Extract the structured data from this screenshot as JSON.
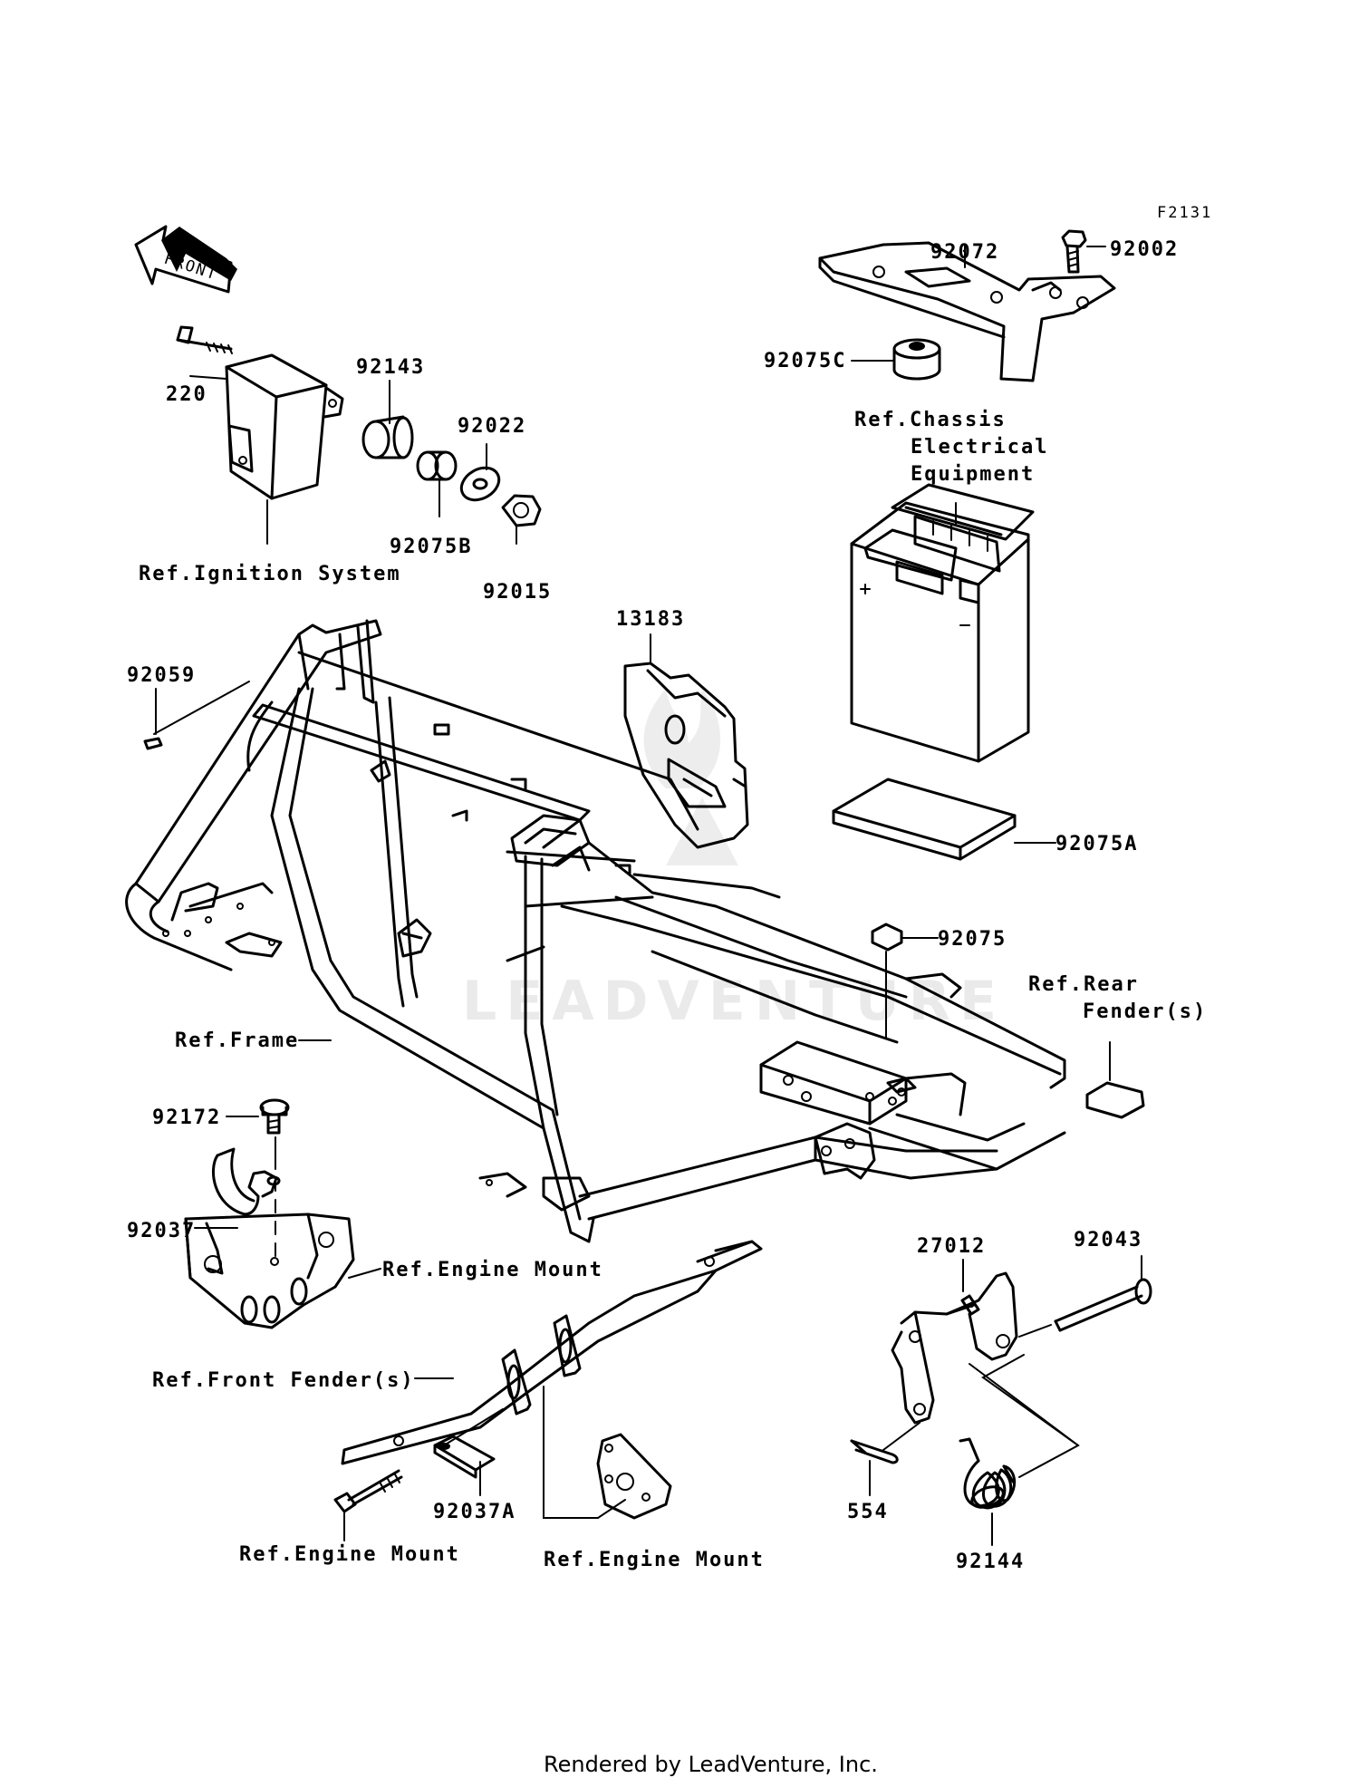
{
  "diagram_id": "F2131",
  "front_arrow_label": "FRONT",
  "watermark": "LEADVENTURE",
  "footer": "Rendered by LeadVenture, Inc.",
  "labels": {
    "p220": "220",
    "p92143": "92143",
    "p92022": "92022",
    "p92075B": "92075B",
    "p92015": "92015",
    "ref_ignition": "Ref.Ignition System",
    "p92072": "92072",
    "p92002": "92002",
    "p92075C": "92075C",
    "ref_chassis_1": "Ref.Chassis",
    "ref_chassis_2": "Electrical",
    "ref_chassis_3": "Equipment",
    "p13183": "13183",
    "p92059": "92059",
    "p92075A": "92075A",
    "p92075": "92075",
    "ref_rear_fender_1": "Ref.Rear",
    "ref_rear_fender_2": "Fender(s)",
    "ref_frame": "Ref.Frame",
    "p92172": "92172",
    "p92037": "92037",
    "ref_engine_mount_a": "Ref.Engine Mount",
    "ref_front_fender": "Ref.Front Fender(s)",
    "p27012": "27012",
    "p92043": "92043",
    "p554": "554",
    "p92144": "92144",
    "p92037A": "92037A",
    "ref_engine_mount_b": "Ref.Engine Mount",
    "ref_engine_mount_c": "Ref.Engine Mount"
  }
}
